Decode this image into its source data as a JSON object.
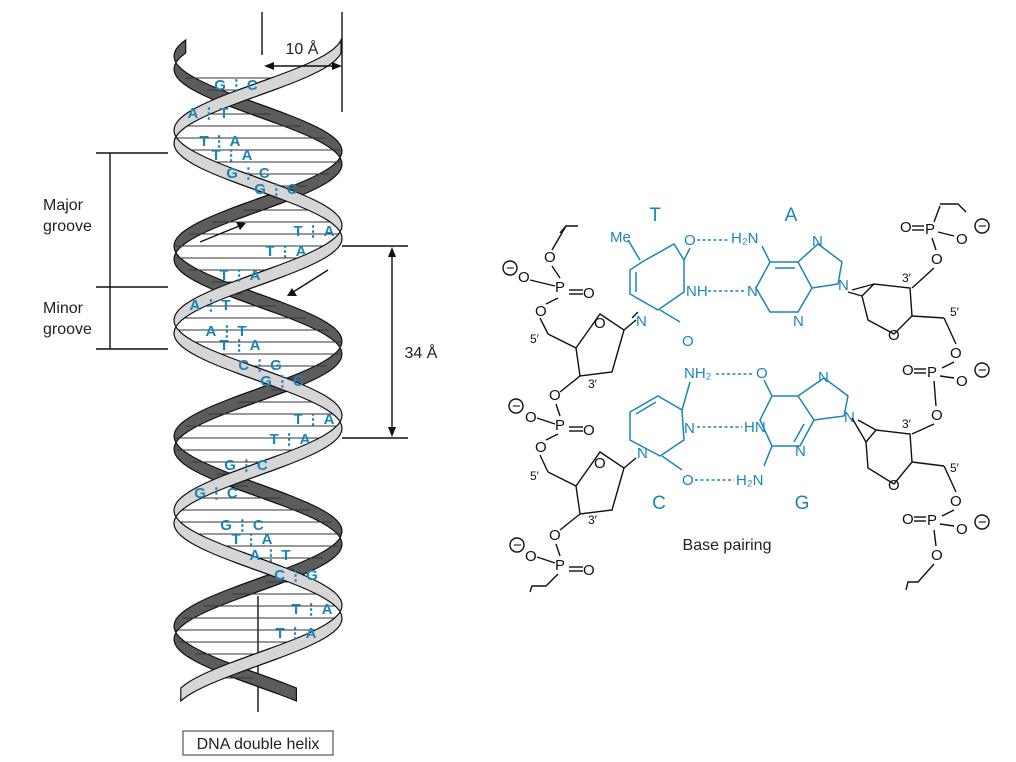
{
  "helix": {
    "caption": "DNA double helix",
    "width_label": "10 Å",
    "pitch_label": "34 Å",
    "major_groove": [
      "Major",
      "groove"
    ],
    "minor_groove": [
      "Minor",
      "groove"
    ],
    "pairs": [
      {
        "id": "p1",
        "left": "G",
        "right": "C"
      },
      {
        "id": "p2",
        "left": "A",
        "right": "T"
      },
      {
        "id": "p3",
        "left": "T",
        "right": "A"
      },
      {
        "id": "p4",
        "left": "T",
        "right": "A"
      },
      {
        "id": "p5",
        "left": "G",
        "right": "C"
      },
      {
        "id": "p6",
        "left": "G",
        "right": "C"
      },
      {
        "id": "p7",
        "left": "T",
        "right": "A"
      },
      {
        "id": "p8",
        "left": "T",
        "right": "A"
      },
      {
        "id": "p9",
        "left": "T",
        "right": "A"
      },
      {
        "id": "p10",
        "left": "A",
        "right": "T"
      },
      {
        "id": "p11",
        "left": "A",
        "right": "T"
      },
      {
        "id": "p12",
        "left": "T",
        "right": "A"
      },
      {
        "id": "p13",
        "left": "C",
        "right": "G"
      },
      {
        "id": "p14",
        "left": "G",
        "right": "C"
      },
      {
        "id": "p15",
        "left": "T",
        "right": "A"
      },
      {
        "id": "p16",
        "left": "T",
        "right": "A"
      },
      {
        "id": "p17",
        "left": "G",
        "right": "C"
      },
      {
        "id": "p18",
        "left": "G",
        "right": "C"
      },
      {
        "id": "p19",
        "left": "G",
        "right": "C"
      },
      {
        "id": "p20",
        "left": "T",
        "right": "A"
      },
      {
        "id": "p21",
        "left": "A",
        "right": "T"
      },
      {
        "id": "p22",
        "left": "C",
        "right": "G"
      },
      {
        "id": "p23",
        "left": "T",
        "right": "A"
      },
      {
        "id": "p24",
        "left": "T",
        "right": "A"
      }
    ]
  },
  "pairing": {
    "caption": "Base pairing",
    "bases": {
      "top_left": "T",
      "top_right": "A",
      "bottom_left": "C",
      "bottom_right": "G"
    },
    "atoms": {
      "methyl": "Me",
      "oxygen": "O",
      "nitrogen": "N",
      "phosphorus": "P",
      "amine_h2n": "H₂N",
      "amine_nh2": "NH₂",
      "imine_nh": "NH",
      "imine_hn": "HN",
      "prime3": "3′",
      "prime5": "5′",
      "minus": "−"
    }
  }
}
